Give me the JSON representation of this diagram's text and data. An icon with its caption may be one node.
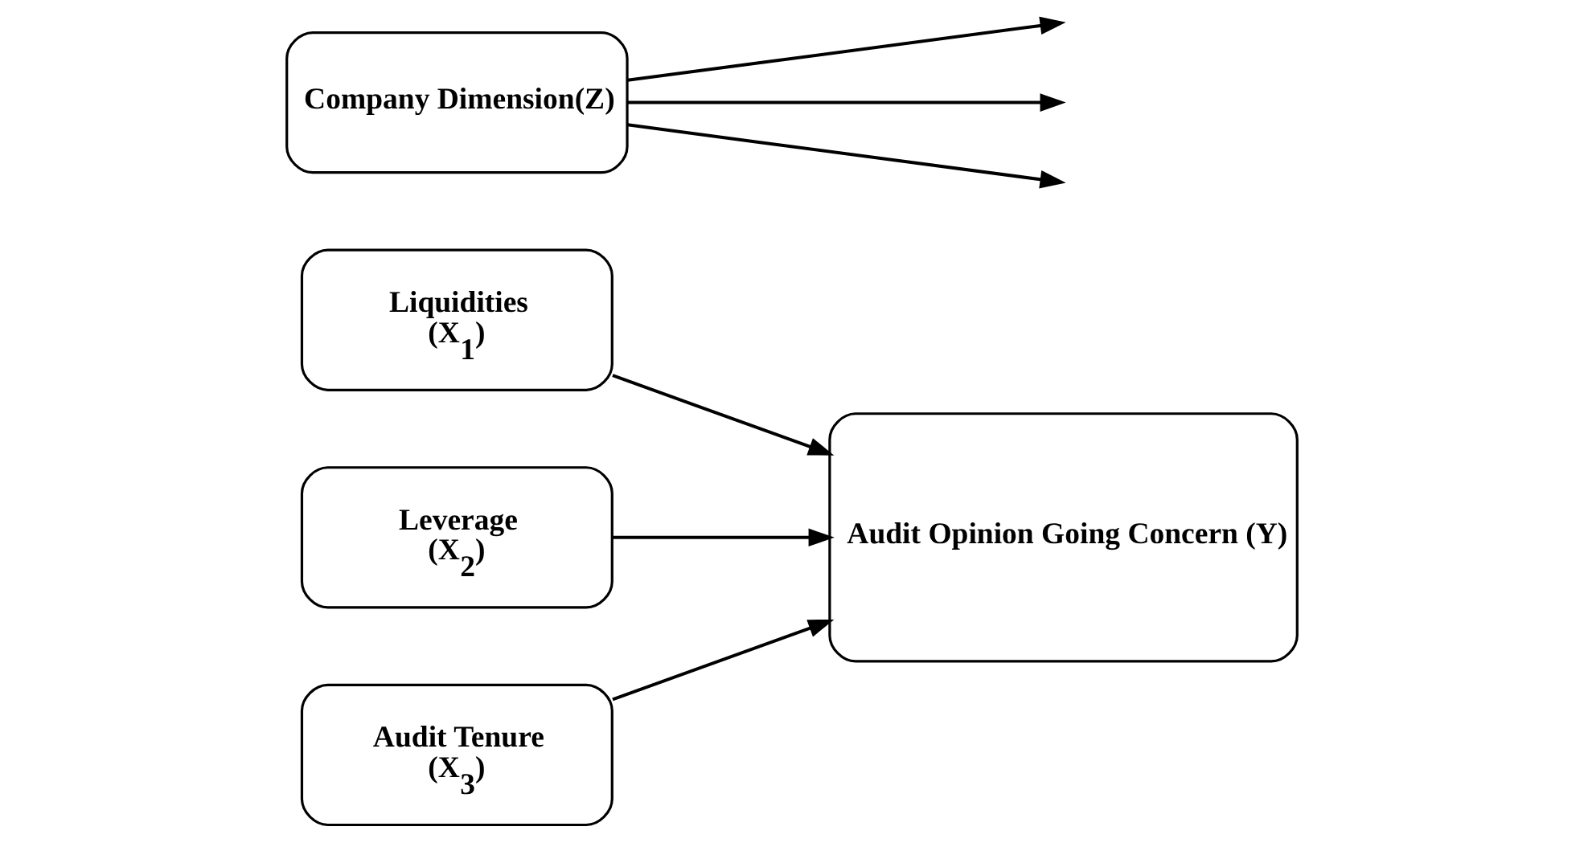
{
  "diagram": {
    "nodes": [
      {
        "text": [
          "Liquidities",
          "(X$_{1}$)"
        ]
      },
      {
        "text": [
          "Leverage",
          "(X$_{2}$)"
        ]
      },
      {
        "text": [
          "Audit Tenure",
          "(X$_{3}$)"
        ]
      },
      {
        "text": [
          "Audit Opinion Going Concern (Y)"
        ]
      },
      {
        "text": [
          "Company Dimension(Z)"
        ]
      }
    ],
    "edges": [
      {
        "from": 0,
        "to": 3,
        "arrow": "to"
      },
      {
        "from": 1,
        "to": 3,
        "arrow": "to"
      },
      {
        "from": 2,
        "to": 3,
        "arrow": "to"
      },
      {
        "from": 4,
        "to": null,
        "arrow": "to"
      },
      {
        "from": 4,
        "to": null,
        "arrow": "to"
      },
      {
        "from": 4,
        "to": null,
        "arrow": "to"
      }
    ]
  }
}
